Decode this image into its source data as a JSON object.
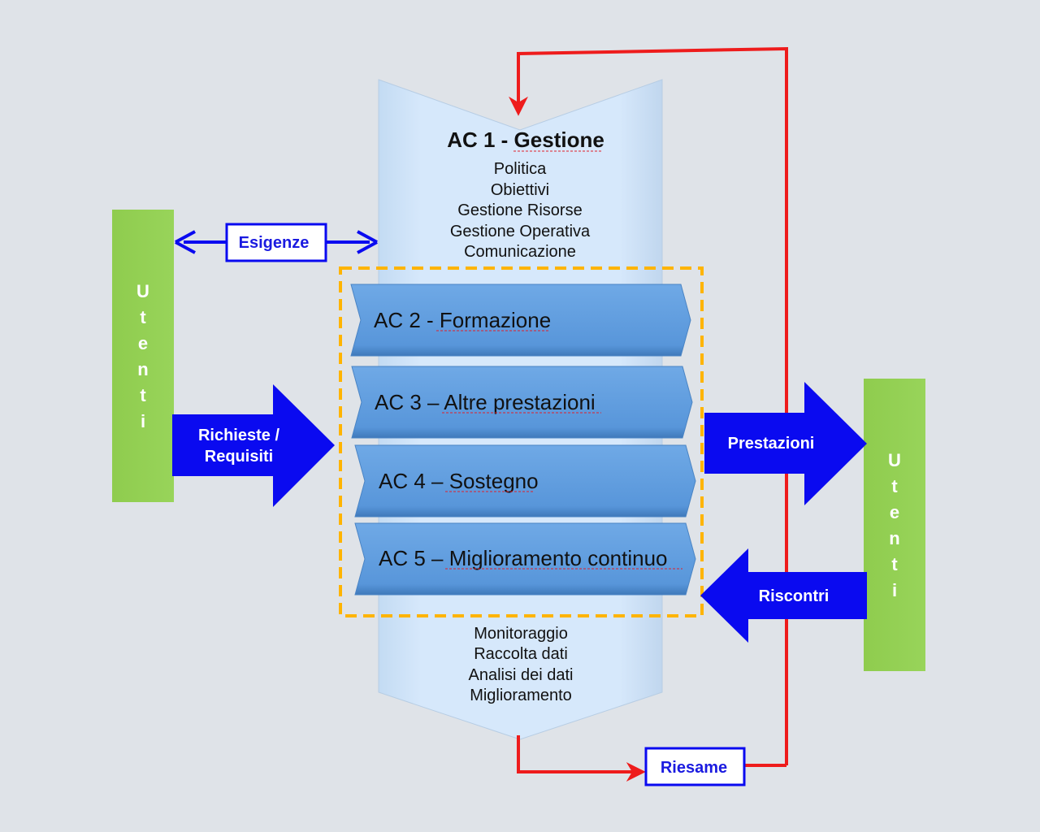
{
  "ac1": {
    "title": "AC 1 - Gestione",
    "items": [
      "Politica",
      "Obiettivi",
      "Gestione Risorse",
      "Gestione Operativa",
      "Comunicazione"
    ]
  },
  "processes": [
    {
      "label": "AC 2 - Formazione"
    },
    {
      "label": "AC 3 – Altre prestazioni"
    },
    {
      "label": "AC 4 – Sostegno"
    },
    {
      "label": "AC 5 – Miglioramento continuo"
    }
  ],
  "monitoring": {
    "items": [
      "Monitoraggio",
      "Raccolta dati",
      "Analisi dei dati",
      "Miglioramento"
    ]
  },
  "left_users": {
    "letters": [
      "U",
      "t",
      "e",
      "n",
      "t",
      "i"
    ]
  },
  "right_users": {
    "letters": [
      "U",
      "t",
      "e",
      "n",
      "t",
      "i"
    ]
  },
  "needs_box": {
    "label": "Esigenze"
  },
  "review_box": {
    "label": "Riesame"
  },
  "requests_arrow": {
    "line1": "Richieste /",
    "line2": "Requisiti"
  },
  "services_arrow": {
    "label": "Prestazioni"
  },
  "feedback_arrow": {
    "label": "Riscontri"
  },
  "colors": {
    "background": "#dfe3e8",
    "main_column": "#d2e6fa",
    "process_fill": "#5b9bde",
    "users_green": "#92d050",
    "blue_arrow": "#0a0af0",
    "loop_red": "#ee1c1c",
    "dashed_orange": "#ffb400"
  }
}
